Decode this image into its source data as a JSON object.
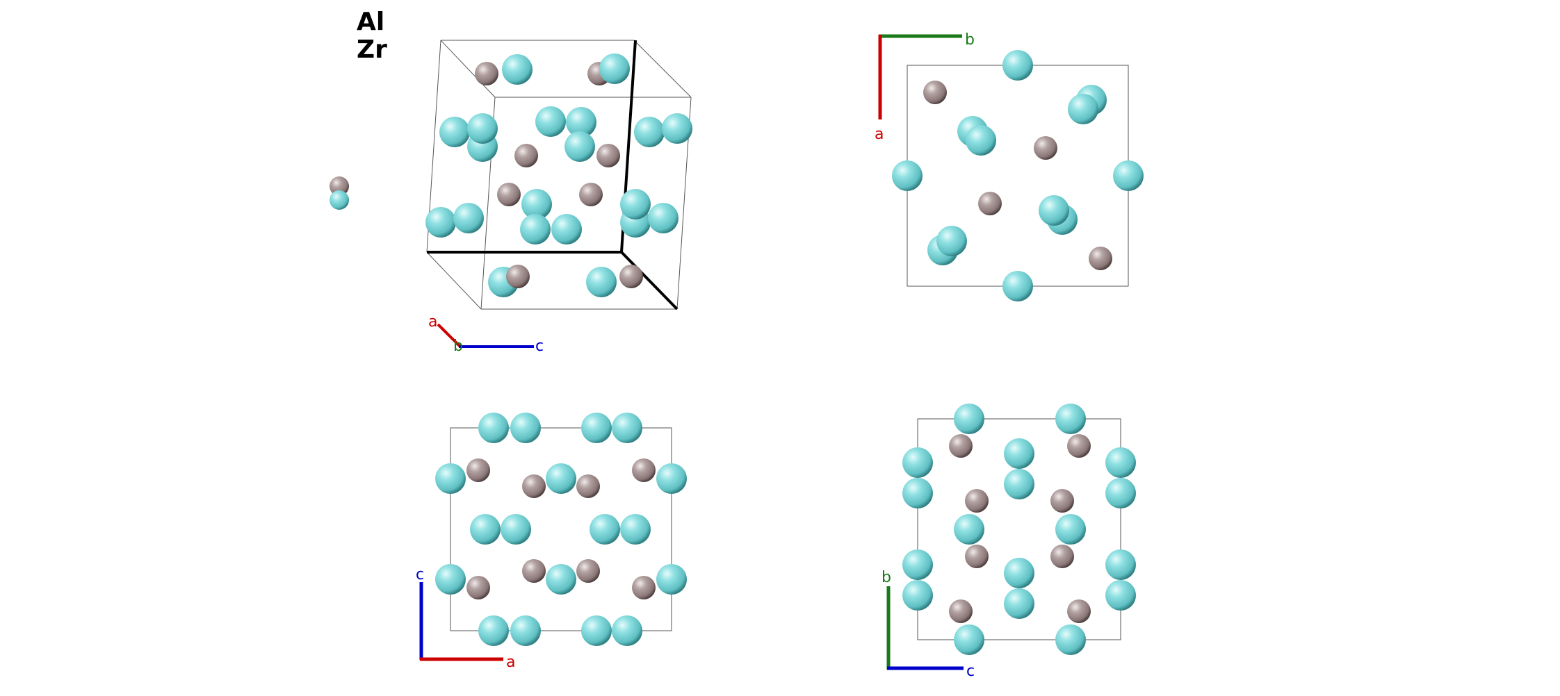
{
  "legend": {
    "element_1": "Al",
    "element_2": "Zr"
  },
  "colors": {
    "al_atom": "#9c8a8a",
    "zr_atom": "#6fd3d6",
    "axis_a": "#cc0000",
    "axis_b": "#1a7a1a",
    "axis_c": "#0000cc",
    "cell_edge": "#555555"
  },
  "views": {
    "perspective": {
      "axis_labels": {
        "a": "a",
        "b": "b",
        "c": "c"
      }
    },
    "along_c": {
      "axis_labels": {
        "b": "b",
        "a": "a"
      }
    },
    "along_b": {
      "axis_labels": {
        "c": "c",
        "a": "a"
      }
    },
    "along_a": {
      "axis_labels": {
        "b": "b",
        "c": "c"
      }
    }
  }
}
